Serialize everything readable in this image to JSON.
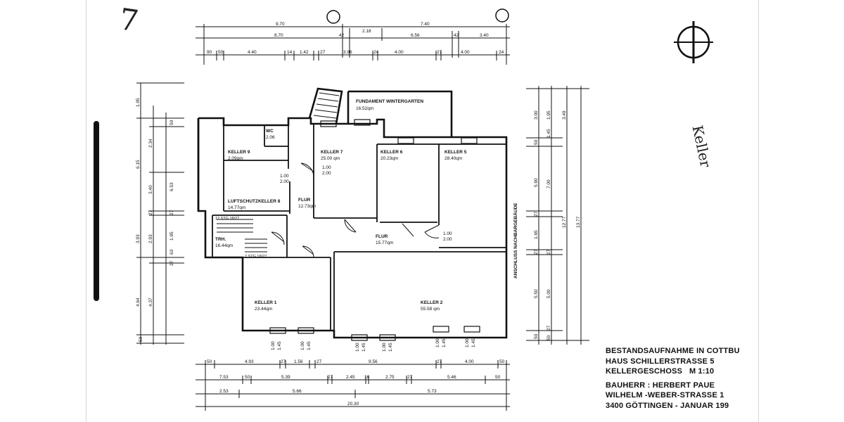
{
  "document": {
    "corner_mark": "7",
    "handwritten_note": "Keller",
    "title_block": {
      "line1": "BESTANDSAUFNAHME IN COTTBU",
      "line2": "HAUS  SCHILLERSTRASSE  5",
      "line3_label": "KELLERGESCHOSS",
      "line3_scale": "M 1:10",
      "line4": "BAUHERR :  HERBERT  PAUE",
      "line5": "WILHELM -WEBER-STRASSE  1",
      "line6": "3400 GÖTTINGEN - JANUAR 199"
    }
  },
  "rooms": [
    {
      "id": "wintergarten",
      "name": "FUNDAMENT WINTERGARTEN",
      "area": "16.52qm"
    },
    {
      "id": "wc",
      "name": "WC",
      "area": "2.06"
    },
    {
      "id": "keller9",
      "name": "KELLER 9",
      "area": "2.09qm"
    },
    {
      "id": "keller7",
      "name": "KELLER 7",
      "area": "25.00 qm"
    },
    {
      "id": "keller6",
      "name": "KELLER 6",
      "area": "20.23qm"
    },
    {
      "id": "keller5",
      "name": "KELLER 5",
      "area": "28.40qm"
    },
    {
      "id": "luftschutz",
      "name": "LUFTSCHUTZKELLER 8",
      "area": "14.77qm"
    },
    {
      "id": "flur1",
      "name": "FLUR",
      "area": "12.73qm"
    },
    {
      "id": "flur2",
      "name": "FLUR",
      "area": "15.77qm"
    },
    {
      "id": "trh",
      "name": "TRH.",
      "area": "16.44qm"
    },
    {
      "id": "keller1",
      "name": "KELLER 1",
      "area": "23.44qm"
    },
    {
      "id": "keller2",
      "name": "KELLER 2",
      "area": "55.58 qm"
    }
  ],
  "annotations": {
    "anschluss": "ANSCHLUSS NACHBARGEBÄUDE",
    "door_1": "1.00",
    "door_1b": "2.00",
    "door_2": "1.00",
    "door_2b": "2.00",
    "door_3": "1.00",
    "door_3b": "2.00",
    "stair_top": "12 STG 18/27",
    "stair_bottom": "7 STG 18/27"
  },
  "dimensions": {
    "top": {
      "row1": [
        "9.70",
        "7.40"
      ],
      "row2": [
        "8.70",
        "42",
        "2.18",
        "6.56",
        "42",
        "3.40"
      ],
      "row3": [
        "90",
        "50",
        "4.40",
        "14",
        "1.42",
        "27",
        "3.96",
        "24",
        "4.00",
        "27",
        "4.00",
        "24"
      ]
    },
    "bottom": {
      "row1": [
        "50",
        "4.93",
        "27",
        "1.56",
        "27",
        "9.56",
        "27",
        "4.00",
        "50"
      ],
      "row2": [
        "7.53",
        "50",
        "5.39",
        "27",
        "2.45",
        "16",
        "2.75",
        "27",
        "5.46",
        "50"
      ],
      "row3": [
        "2.53",
        "5.66",
        "5.73"
      ],
      "row4": [
        "20.30"
      ]
    },
    "left": {
      "outer": [
        "1.95",
        "6.15",
        "3.93",
        "4.64"
      ],
      "middle": [
        "2.34",
        "3.40",
        "27",
        "2.93",
        "4.37"
      ],
      "inner": [
        "50",
        "6.53",
        "27",
        "1.95",
        "63",
        "27",
        "50"
      ]
    },
    "right": {
      "inner": [
        "3.00",
        "50",
        "5.90",
        "27",
        "1.65",
        "27",
        "5.50",
        "50"
      ],
      "middle": [
        "1.95",
        "1.45",
        "7.00",
        "27",
        "5.00",
        "27",
        "50"
      ],
      "outer": [
        "3.49",
        "12.77",
        "13.77"
      ]
    },
    "windows": [
      "1.00",
      "1.45",
      "1.00",
      "1.45",
      "1.00",
      "1.45",
      "1.00",
      "1.45",
      "1.00",
      "1.45",
      "1.00",
      "1.45"
    ]
  }
}
